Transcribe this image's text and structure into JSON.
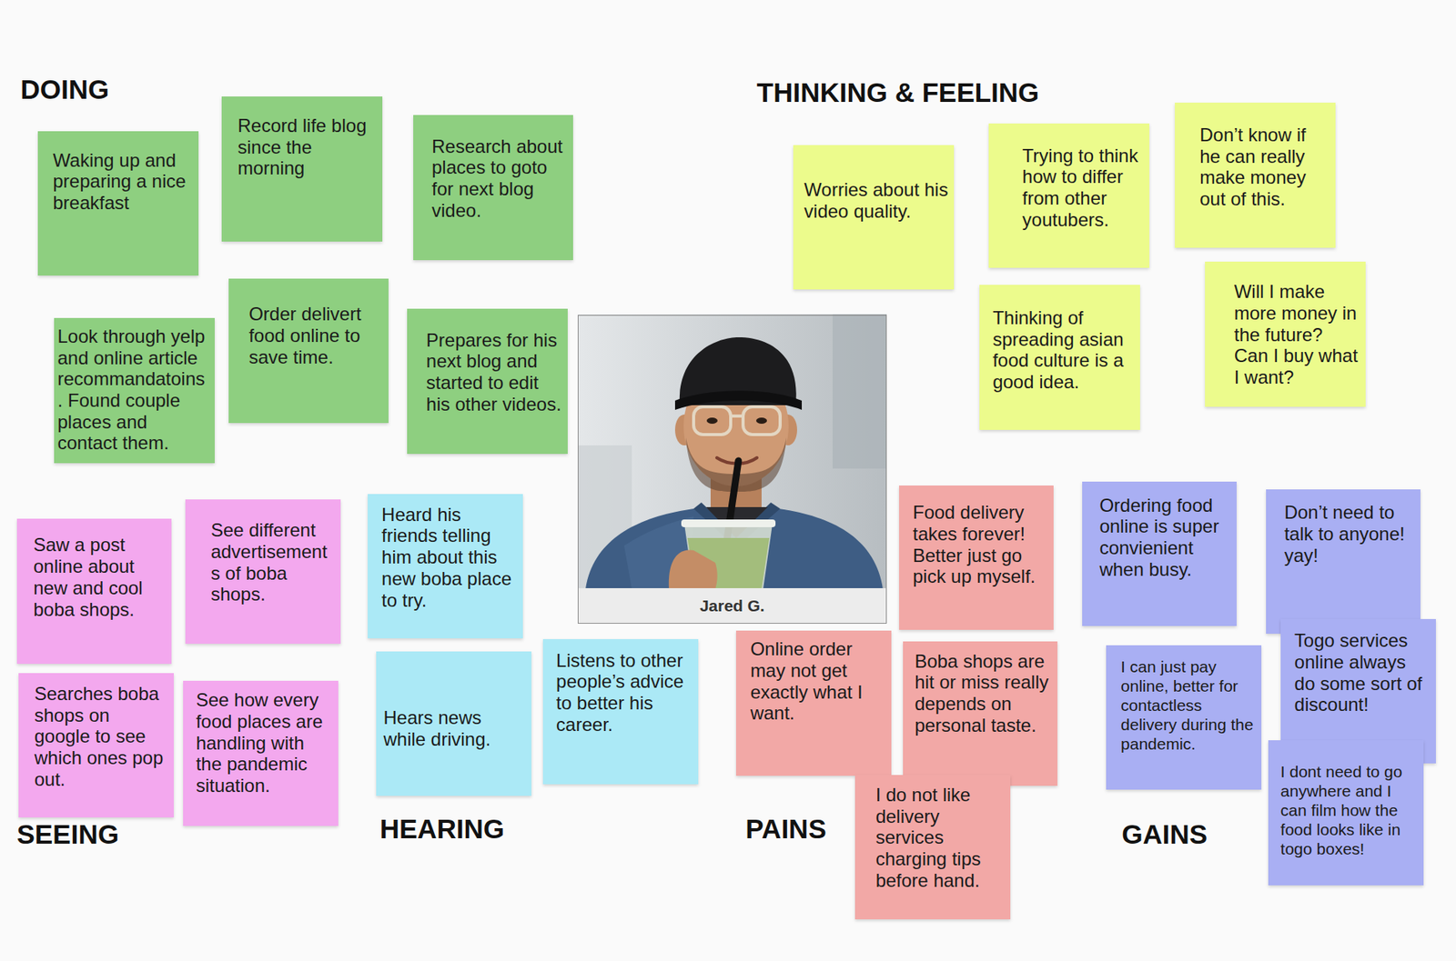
{
  "diagram": {
    "nodes": [
      {
        "text": [
          "Waking up and preparing a nice breakfast"
        ]
      },
      {
        "text": [
          "Record life blog since the morning"
        ]
      },
      {
        "text": [
          "Research about places to goto for next blog video."
        ]
      },
      {
        "text": [
          "Look through yelp and online article recommandatoins . Found couple places and contact them."
        ]
      },
      {
        "text": [
          "Order delivert food online to save time."
        ]
      },
      {
        "text": [
          "Prepares for his next blog and started to edit his other videos."
        ]
      },
      {
        "text": [
          "Worries about his video quality."
        ]
      },
      {
        "text": [
          "Trying to think how to differ from other youtubers."
        ]
      },
      {
        "text": [
          "Don’t know if he can really make money out of this."
        ]
      },
      {
        "text": [
          "Thinking of spreading asian food culture is a good idea."
        ]
      },
      {
        "text": [
          "Will I make more money in the future? Can I buy what I want?"
        ]
      },
      {
        "text": [
          "Jared G."
        ]
      },
      {
        "text": [
          "Saw a post online about new and cool boba shops."
        ]
      },
      {
        "text": [
          "See different advertisements of boba shops."
        ]
      },
      {
        "text": [
          "Searches boba shops on google to see which ones pop out."
        ]
      },
      {
        "text": [
          "See how every food places are handling with the pandemic situation."
        ]
      },
      {
        "text": [
          "Heard his friends telling him about this new boba place to try."
        ]
      },
      {
        "text": [
          "Hears news while driving."
        ]
      },
      {
        "text": [
          "Listens to other people’s advice to better his career."
        ]
      },
      {
        "text": [
          "Food delivery takes forever! Better just go pick up myself."
        ]
      },
      {
        "text": [
          "Online order may not get exactly what I want."
        ]
      },
      {
        "text": [
          "Boba shops are hit or miss really depends on personal taste."
        ]
      },
      {
        "text": [
          "I do not like delivery services charging tips before hand."
        ]
      },
      {
        "text": [
          "Ordering food online is super convienient when busy."
        ]
      },
      {
        "text": [
          "Don’t need to talk to anyone! yay!"
        ]
      },
      {
        "text": [
          "I can just pay online, better for contactless delivery during the pandemic."
        ]
      },
      {
        "text": [
          "Togo services online always do some sort of discount!"
        ]
      },
      {
        "text": [
          "I dont need to go anywhere and I can film how the food looks like in togo boxes!"
        ]
      }
    ],
    "labels": [
      "DOING",
      "THINKING & FEELING",
      "SEEING",
      "HEARING",
      "PAINS",
      "GAINS"
    ]
  }
}
